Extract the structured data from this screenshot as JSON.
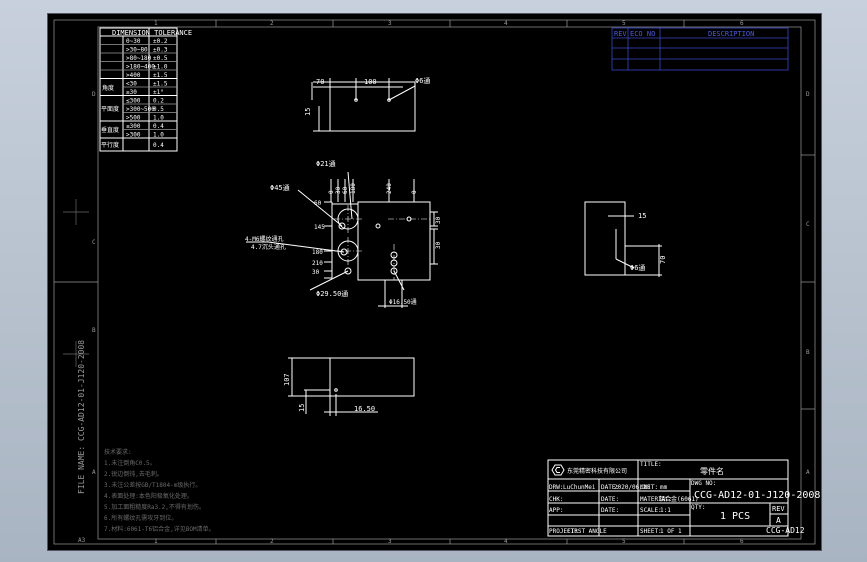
{
  "tolerance_table": {
    "header": "DIMENSION TOLERANCE",
    "rows": [
      [
        "",
        "0~30",
        "±0.2"
      ],
      [
        "",
        ">30~80",
        "±0.3"
      ],
      [
        "",
        ">80~180",
        "±0.5"
      ],
      [
        "",
        ">180~400",
        "±1.0"
      ],
      [
        "",
        ">400",
        "±1.5"
      ],
      [
        "角度",
        "<30",
        "±1.5"
      ],
      [
        "",
        "≥30",
        "±1°"
      ],
      [
        "平面度",
        "≤300",
        "0.2"
      ],
      [
        "",
        ">300~500",
        "0.5"
      ],
      [
        "",
        ">500",
        "1.0"
      ],
      [
        "垂直度",
        "≤300",
        "0.4"
      ],
      [
        "",
        ">300",
        "1.0"
      ],
      [
        "平行度",
        "",
        "0.4"
      ]
    ]
  },
  "revision_table": {
    "rev": "REV",
    "eco": "ECO NO",
    "description": "DESCRIPTION"
  },
  "grid": {
    "top": [
      "1",
      "2",
      "3",
      "4",
      "5",
      "6"
    ],
    "bottom": [
      "1",
      "2",
      "3",
      "4",
      "5",
      "6"
    ],
    "left": [
      "D",
      "C",
      "B",
      "A"
    ],
    "right": [
      "D",
      "C",
      "B",
      "A"
    ]
  },
  "top_view": {
    "dims": [
      "70",
      "100",
      "15",
      "Φ6通"
    ]
  },
  "front_view": {
    "dims": [
      "Φ21通",
      "Φ45通",
      "0",
      "30",
      "60",
      "180",
      "240",
      "0",
      "60",
      "145",
      "180",
      "210",
      "30",
      "30",
      "30",
      "Φ16.50通",
      "Φ29.50通"
    ],
    "note1": "4-M6螺纹通孔",
    "note2": "4.7沉头通孔"
  },
  "side_view": {
    "dims": [
      "15",
      "Φ6通",
      "70"
    ]
  },
  "bottom_view": {
    "dims": [
      "107",
      "15",
      "16.50"
    ]
  },
  "vertical_label": "FILE NAME: CCG-AD12-01-J120-2008",
  "notes": [
    "技术要求:",
    "1.未注倒角C0.5。",
    "2.锐边倒钝,去毛刺。",
    "3.未注公差按GB/T1804-m级执行。",
    "4.表面处理:本色阳极氧化处理。",
    "5.加工面粗糙度Ra3.2,不得有划伤。",
    "6.所有螺纹孔需攻牙到位。",
    "7.材料:6061-T6铝合金,详见BOM清单。"
  ],
  "title_block": {
    "company": "东莞精密科技有限公司",
    "title_label": "TITLE:",
    "part_name": "零件名",
    "drawing_no": "CCG-AD12-01-J120-2008",
    "qty_label": "QTY:",
    "qty": "1 PCS",
    "rev_label": "REV",
    "rev": "A",
    "project": "CCG-AD12",
    "rows": [
      [
        "DRW:",
        "LuChunMei",
        "DATE:",
        "2020/06/20",
        "UNIT:",
        "mm"
      ],
      [
        "CHK:",
        "",
        "DATE:",
        "",
        "MATERIAL:",
        "铝合金(6061)"
      ],
      [
        "APP:",
        "",
        "DATE:",
        "",
        "SCALE:",
        "1:1"
      ],
      [
        "PROJECT:",
        "FIRST ANGLE",
        "",
        "",
        "SHEET:",
        "1 OF 1"
      ]
    ],
    "dwg_label": "DWG NO:",
    "corner": "A3"
  }
}
